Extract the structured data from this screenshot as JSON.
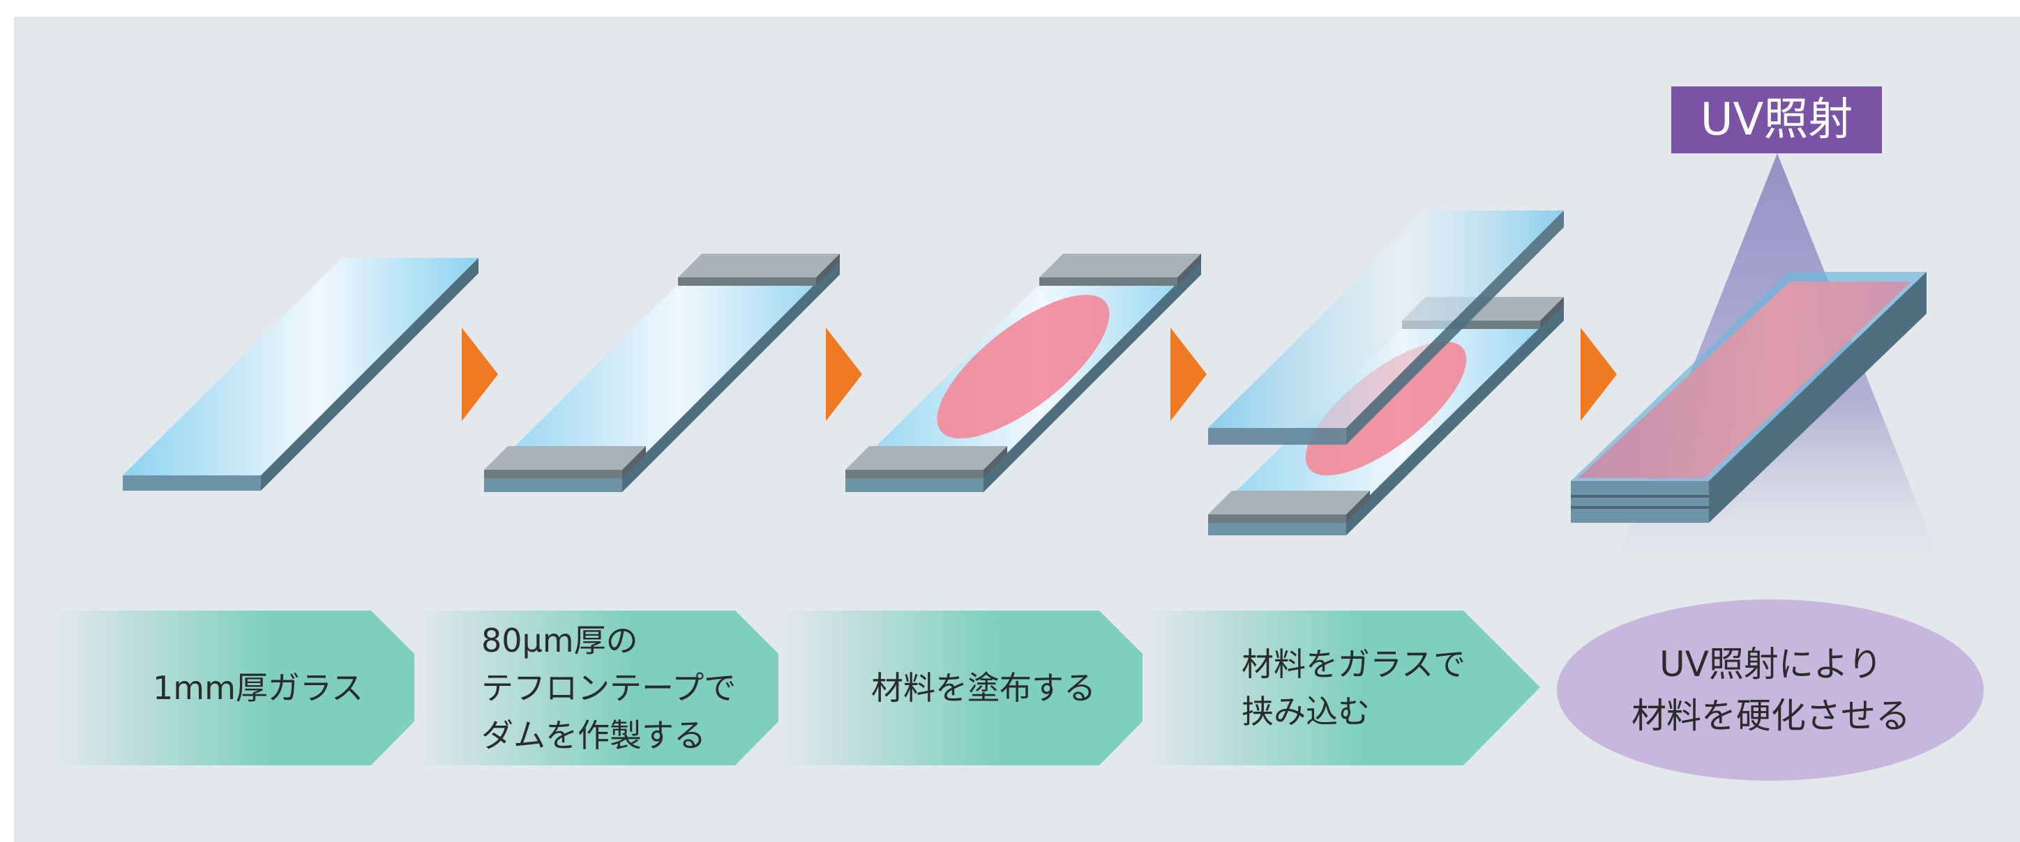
{
  "uv_badge": "UV照射",
  "steps": [
    {
      "label": "1mm厚ガラス"
    },
    {
      "label": "80μm厚の\nテフロンテープで\nダムを作製する"
    },
    {
      "label": "材料を塗布する"
    },
    {
      "label": "材料をガラスで\n挟み込む"
    }
  ],
  "final_step": {
    "label": "UV照射により\n材料を硬化させる"
  },
  "colors": {
    "background": "#e3e8ec",
    "glass_light": "#f0f8fd",
    "glass_blue": "#8ed3f0",
    "glass_edge": "#5b7d8f",
    "tape": "#8e9aa2",
    "material": "#f28a9a",
    "arrow": "#f07a22",
    "chevron": "#7ecfbf",
    "uv_purple": "#7a53a5",
    "ellipse": "#c8b7dc"
  },
  "icons": [
    "glass-slide",
    "teflon-tape",
    "material-blob",
    "step-arrow",
    "uv-light-cone"
  ]
}
